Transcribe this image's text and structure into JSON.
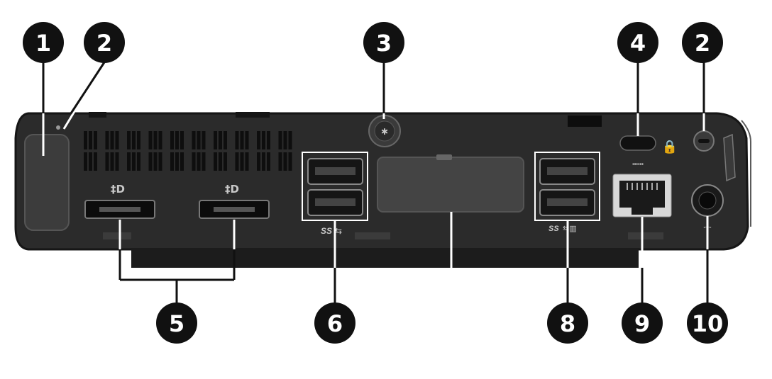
{
  "figure": {
    "background": "#ffffff",
    "chassis_color": "#2b2b2b",
    "chassis_edge_color": "#1a1a1a",
    "callout_fill": "#111111",
    "callout_text_color": "#ffffff",
    "callouts": [
      {
        "id": "c1",
        "label": "1"
      },
      {
        "id": "c2a",
        "label": "2"
      },
      {
        "id": "c3",
        "label": "3"
      },
      {
        "id": "c4",
        "label": "4"
      },
      {
        "id": "c2b",
        "label": "2"
      },
      {
        "id": "c5",
        "label": "5"
      },
      {
        "id": "c6",
        "label": "6"
      },
      {
        "id": "c8",
        "label": "8"
      },
      {
        "id": "c9",
        "label": "9"
      },
      {
        "id": "c10",
        "label": "10"
      }
    ],
    "port_markings": {
      "usb_ss_left": "SS",
      "usb_ss_right": "SS",
      "icons": [
        "displayport-icon",
        "usb-icon",
        "network-icon",
        "lock-icon",
        "dc-power-icon"
      ]
    }
  }
}
